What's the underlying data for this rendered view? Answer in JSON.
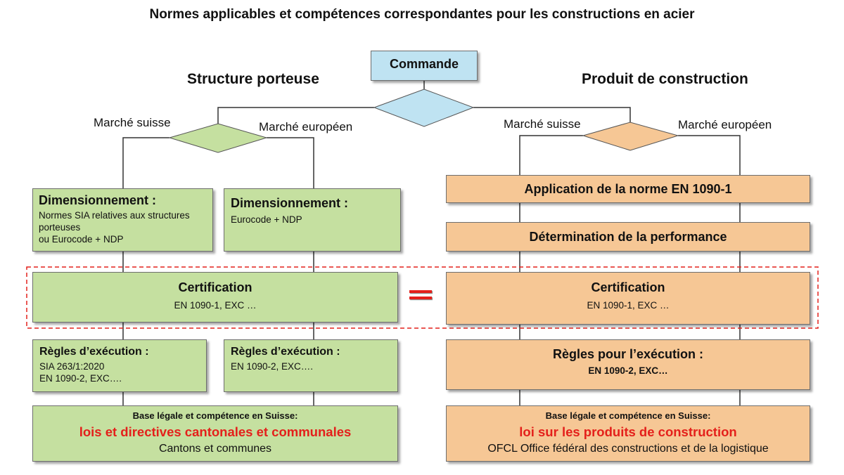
{
  "title": "Normes applicables et compétences correspondantes pour les constructions en acier",
  "top": {
    "command_label": "Commande"
  },
  "left": {
    "heading": "Structure porteuse",
    "swiss_market": "Marché suisse",
    "european_market": "Marché européen",
    "dim_swiss": {
      "title": "Dimensionnement :",
      "lines": [
        "Normes SIA relatives aux structures",
        "porteuses",
        "ou Eurocode + NDP"
      ]
    },
    "dim_eu": {
      "title": "Dimensionnement :",
      "line": "Eurocode + NDP"
    },
    "certification": {
      "title": "Certification",
      "text": "EN 1090-1, EXC …"
    },
    "rules_swiss": {
      "title": "Règles d’exécution :",
      "lines": [
        "SIA 263/1:2020",
        "EN 1090-2, EXC…."
      ]
    },
    "rules_eu": {
      "title": "Règles d’exécution :",
      "line": "EN 1090-2, EXC…."
    },
    "legal": {
      "title": "Base légale et compétence en Suisse:",
      "highlight": "lois et directives cantonales et communales",
      "authority": "Cantons et communes"
    }
  },
  "right": {
    "heading": "Produit de construction",
    "swiss_market": "Marché suisse",
    "european_market": "Marché européen",
    "application": "Application de la norme EN 1090-1",
    "performance": "Détermination de la performance",
    "certification": {
      "title": "Certification",
      "text": "EN 1090-1, EXC …"
    },
    "rules": {
      "title": "Règles pour l’exécution :",
      "text": "EN 1090-2, EXC…"
    },
    "legal": {
      "title": "Base légale et compétence en Suisse:",
      "highlight": "loi sur les produits de construction",
      "authority": "OFCL Office fédéral des constructions et de la logistique"
    }
  },
  "colors": {
    "green_fill": "#c5e0a0",
    "orange_fill": "#f6c795",
    "blue_fill": "#bfe3f2",
    "highlight_red": "#e4201b",
    "dashed_frame": "#e4201b"
  },
  "icons": {
    "equals": "equals-icon"
  }
}
